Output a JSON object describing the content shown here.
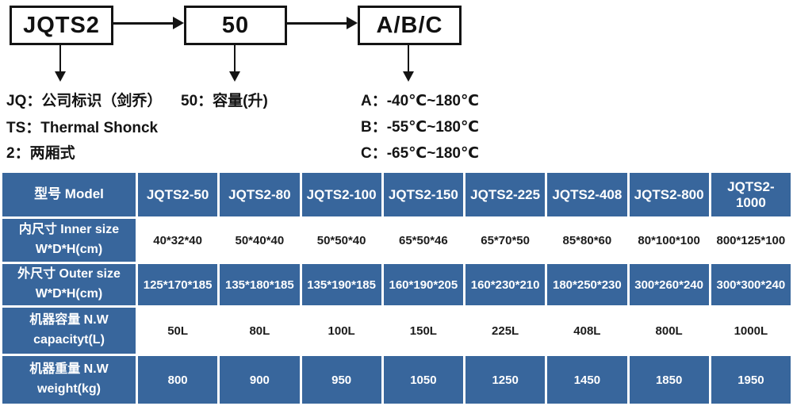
{
  "colors": {
    "table_blue": "#38669C",
    "diagram_line": "#141414",
    "value_text_dark": "#1c1c1c"
  },
  "model_code_diagram": {
    "boxes": {
      "prefix": "JQTS2",
      "capacity": "50",
      "temp_grade": "A/B/C"
    },
    "legend_company": {
      "line1": "JQ：公司标识（剑乔）",
      "line2": "TS：Thermal Shonck",
      "line3": "2：两厢式"
    },
    "legend_capacity": {
      "line1": "50：容量(升)"
    },
    "legend_temperature": {
      "line1": "A：-40℃~180℃",
      "line2": "B：-55℃~180℃",
      "line3": "C：-65℃~180℃"
    }
  },
  "spec_table": {
    "corner_header": "型号 Model",
    "models": [
      "JQTS2-50",
      "JQTS2-80",
      "JQTS2-100",
      "JQTS2-150",
      "JQTS2-225",
      "JQTS2-408",
      "JQTS2-800",
      "JQTS2-1000"
    ],
    "rows": [
      {
        "label_line1": "内尺寸 Inner size",
        "label_line2": "W*D*H(cm)",
        "values": [
          "40*32*40",
          "50*40*40",
          "50*50*40",
          "65*50*46",
          "65*70*50",
          "85*80*60",
          "80*100*100",
          "800*125*100"
        ]
      },
      {
        "label_line1": "外尺寸 Outer size",
        "label_line2": "W*D*H(cm)",
        "values": [
          "125*170*185",
          "135*180*185",
          "135*190*185",
          "160*190*205",
          "160*230*210",
          "180*250*230",
          "300*260*240",
          "300*300*240"
        ]
      },
      {
        "label_line1": "机器容量 N.W",
        "label_line2": "capacityt(L)",
        "values": [
          "50L",
          "80L",
          "100L",
          "150L",
          "225L",
          "408L",
          "800L",
          "1000L"
        ]
      },
      {
        "label_line1": "机器重量 N.W",
        "label_line2": "weight(kg)",
        "values": [
          "800",
          "900",
          "950",
          "1050",
          "1250",
          "1450",
          "1850",
          "1950"
        ]
      }
    ]
  }
}
